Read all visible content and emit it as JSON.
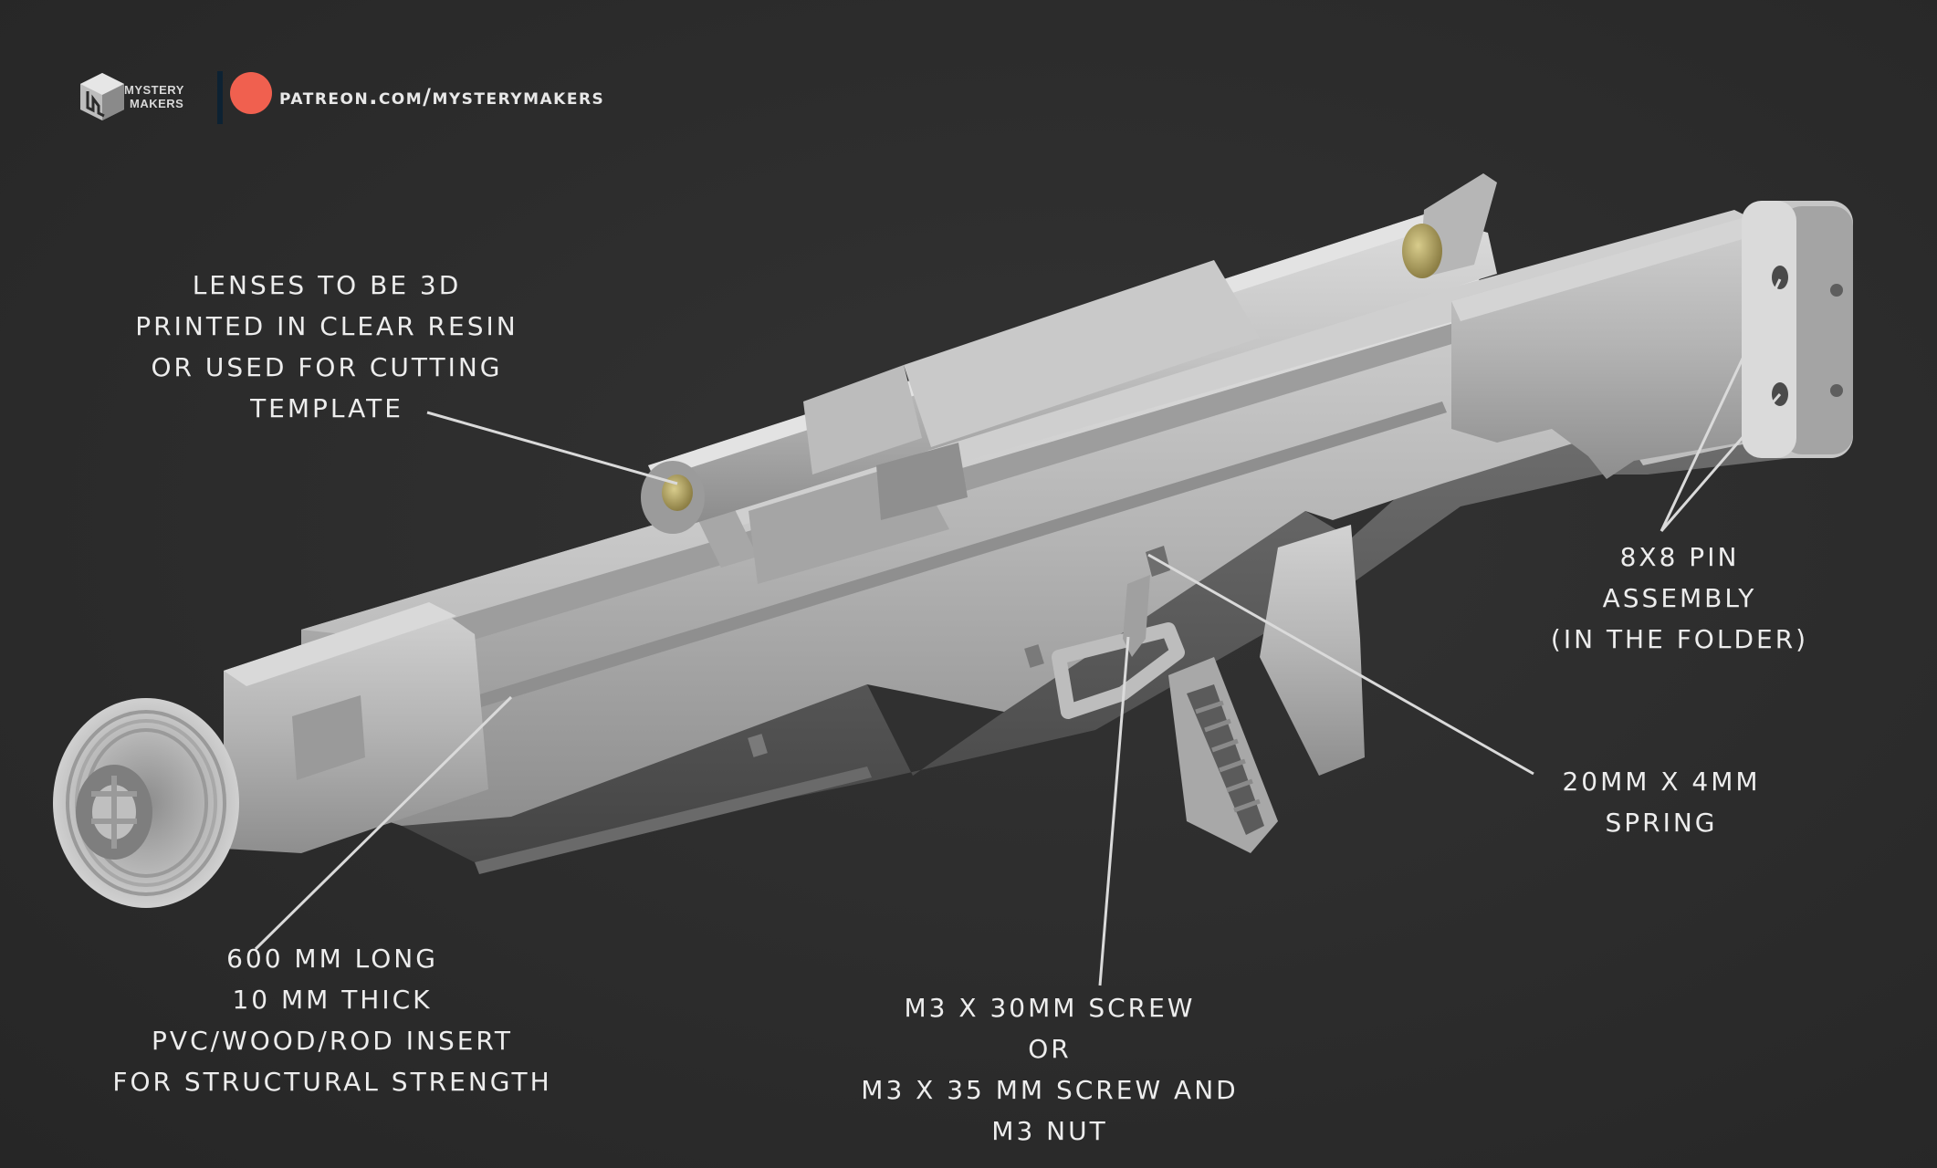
{
  "branding": {
    "logo_icon": "mystery-makers-cube-logo",
    "logo_line1": "MYSTERY",
    "logo_line2": "MAKERS",
    "patreon_icon": "patreon-logo",
    "patreon_url": "PATREON.COM/MYSTERYMAKERS",
    "patreon_color": "#f0604f"
  },
  "colors": {
    "background": "#2b2b2b",
    "model": "#b9b9b9",
    "lens": "#b8a865",
    "text": "#ededed"
  },
  "annotations": {
    "lenses": {
      "lines": [
        "LENSES TO BE 3D",
        "PRINTED IN CLEAR RESIN",
        "OR USED FOR CUTTING",
        "TEMPLATE"
      ]
    },
    "pin": {
      "lines": [
        "8X8 PIN",
        "ASSEMBLY",
        "(IN THE FOLDER)"
      ]
    },
    "spring": {
      "lines": [
        "20MM X 4MM",
        "SPRING"
      ]
    },
    "insert": {
      "lines": [
        "600 MM LONG",
        "10 MM THICK",
        "PVC/WOOD/ROD INSERT",
        "FOR STRUCTURAL STRENGTH"
      ]
    },
    "screw": {
      "lines": [
        "M3 X 30MM SCREW",
        "OR",
        "M3 X 35 MM SCREW AND",
        "M3 NUT"
      ]
    }
  }
}
